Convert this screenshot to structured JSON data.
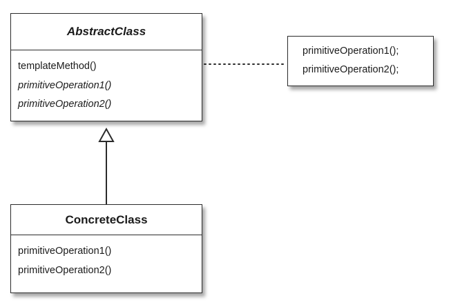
{
  "abstract_class": {
    "name": "AbstractClass",
    "operations": [
      {
        "label": "templateMethod()",
        "italic": false
      },
      {
        "label": "primitiveOperation1()",
        "italic": true
      },
      {
        "label": "primitiveOperation2()",
        "italic": true
      }
    ]
  },
  "concrete_class": {
    "name": "ConcreteClass",
    "operations": [
      {
        "label": "primitiveOperation1()",
        "italic": false
      },
      {
        "label": "primitiveOperation2()",
        "italic": false
      }
    ]
  },
  "note": {
    "lines": [
      "primitiveOperation1();",
      "primitiveOperation2();"
    ]
  },
  "colors": {
    "line": "#2a2a2a",
    "background": "#ffffff",
    "text": "#1a1a1a"
  }
}
